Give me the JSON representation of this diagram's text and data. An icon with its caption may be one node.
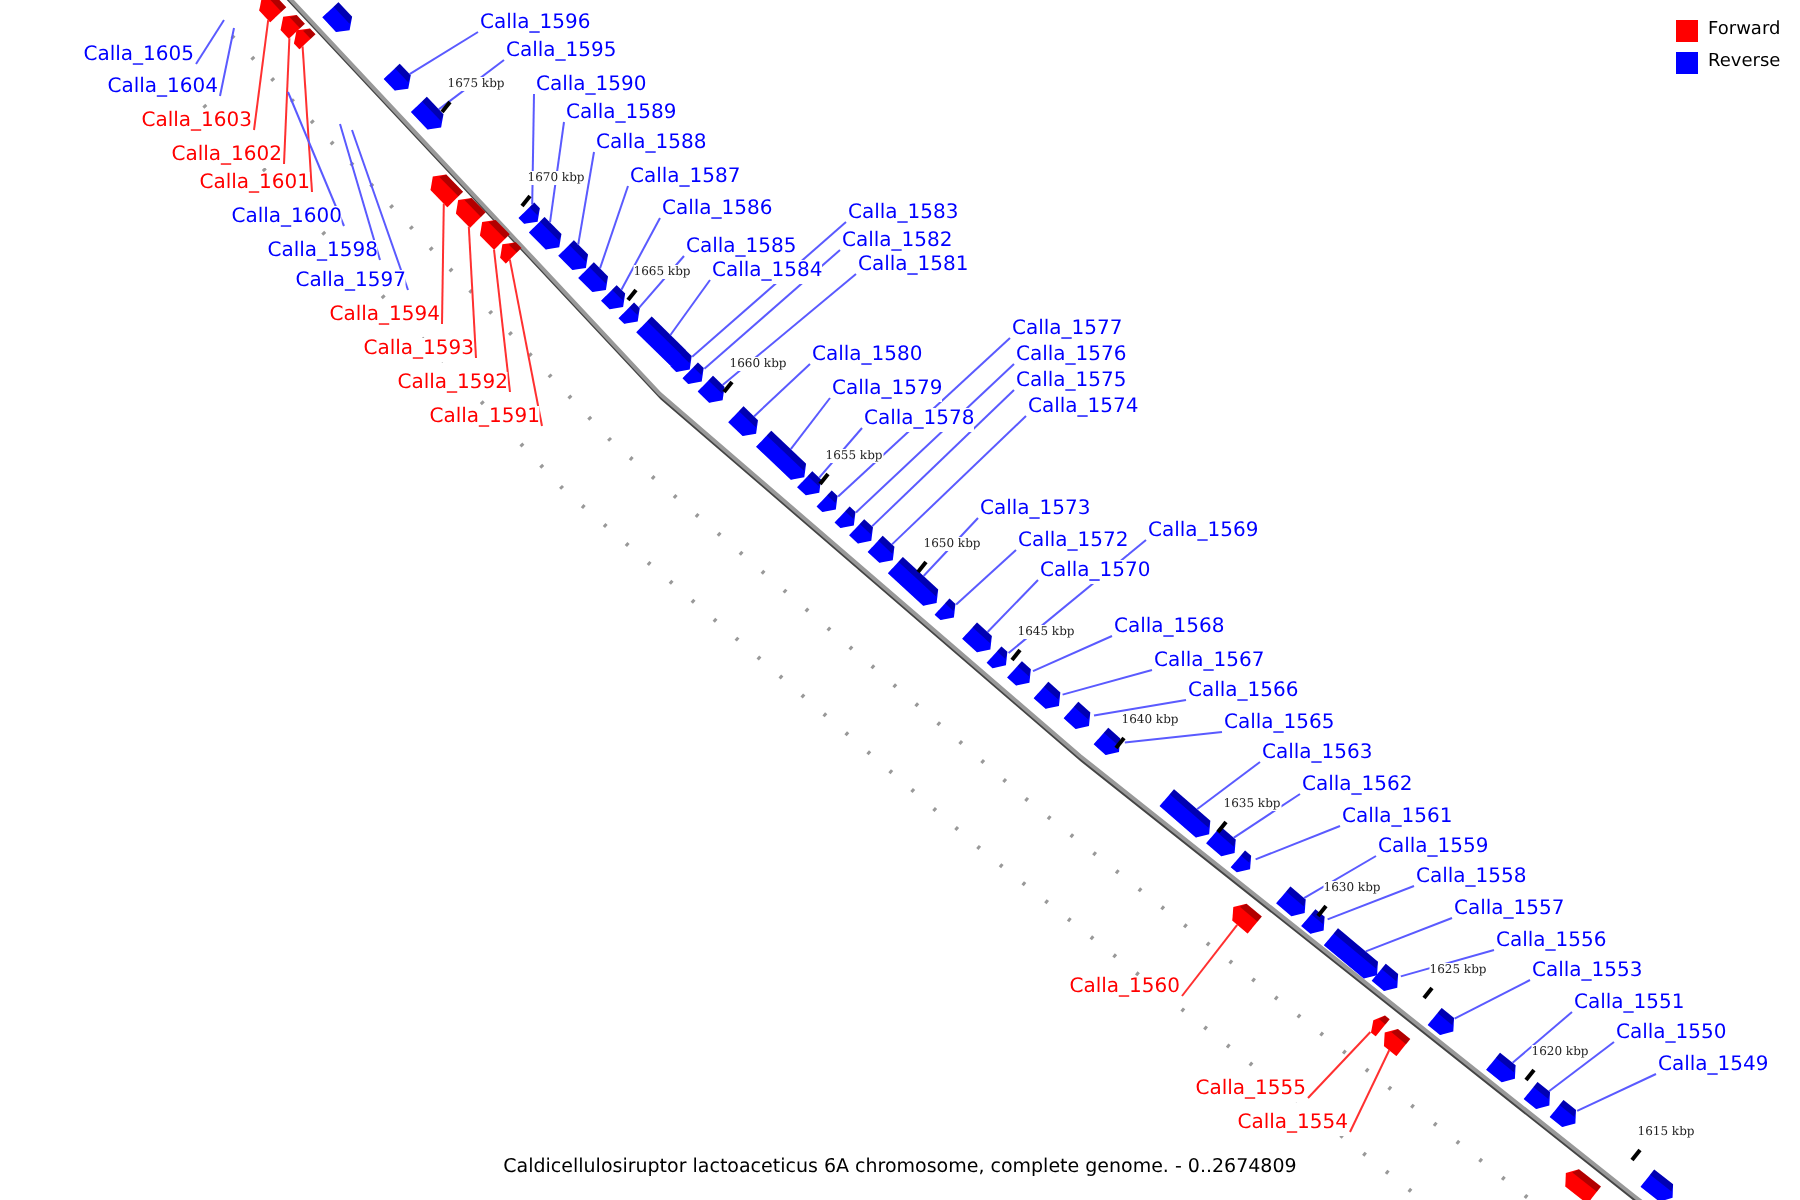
{
  "diagram": {
    "caption": "Caldicellulosiruptor lactoaceticus 6A chromosome, complete genome. - 0..2674809",
    "nodes": [
      {
        "text": [
          "Calla_1605"
        ]
      },
      {
        "text": [
          "Calla_1604"
        ]
      },
      {
        "text": [
          "Calla_1603"
        ]
      },
      {
        "text": [
          "Calla_1602"
        ]
      },
      {
        "text": [
          "Calla_1601"
        ]
      },
      {
        "text": [
          "Calla_1600"
        ]
      },
      {
        "text": [
          "Calla_1598"
        ]
      },
      {
        "text": [
          "Calla_1597"
        ]
      },
      {
        "text": [
          "Calla_1594"
        ]
      },
      {
        "text": [
          "Calla_1593"
        ]
      },
      {
        "text": [
          "Calla_1592"
        ]
      },
      {
        "text": [
          "Calla_1591"
        ]
      },
      {
        "text": [
          "Calla_1596"
        ]
      },
      {
        "text": [
          "Calla_1595"
        ]
      },
      {
        "text": [
          "Calla_1590"
        ]
      },
      {
        "text": [
          "Calla_1589"
        ]
      },
      {
        "text": [
          "Calla_1588"
        ]
      },
      {
        "text": [
          "Calla_1587"
        ]
      },
      {
        "text": [
          "Calla_1586"
        ]
      },
      {
        "text": [
          "Calla_1585"
        ]
      },
      {
        "text": [
          "Calla_1584"
        ]
      },
      {
        "text": [
          "Calla_1583"
        ]
      },
      {
        "text": [
          "Calla_1582"
        ]
      },
      {
        "text": [
          "Calla_1581"
        ]
      },
      {
        "text": [
          "Calla_1580"
        ]
      },
      {
        "text": [
          "Calla_1579"
        ]
      },
      {
        "text": [
          "Calla_1578"
        ]
      },
      {
        "text": [
          "Calla_1577"
        ]
      },
      {
        "text": [
          "Calla_1576"
        ]
      },
      {
        "text": [
          "Calla_1575"
        ]
      },
      {
        "text": [
          "Calla_1574"
        ]
      },
      {
        "text": [
          "Calla_1573"
        ]
      },
      {
        "text": [
          "Calla_1572"
        ]
      },
      {
        "text": [
          "Calla_1570"
        ]
      },
      {
        "text": [
          "Calla_1569"
        ]
      },
      {
        "text": [
          "Calla_1568"
        ]
      },
      {
        "text": [
          "Calla_1567"
        ]
      },
      {
        "text": [
          "Calla_1566"
        ]
      },
      {
        "text": [
          "Calla_1565"
        ]
      },
      {
        "text": [
          "Calla_1563"
        ]
      },
      {
        "text": [
          "Calla_1562"
        ]
      },
      {
        "text": [
          "Calla_1561"
        ]
      },
      {
        "text": [
          "Calla_1559"
        ]
      },
      {
        "text": [
          "Calla_1558"
        ]
      },
      {
        "text": [
          "Calla_1557"
        ]
      },
      {
        "text": [
          "Calla_1556"
        ]
      },
      {
        "text": [
          "Calla_1553"
        ]
      },
      {
        "text": [
          "Calla_1551"
        ]
      },
      {
        "text": [
          "Calla_1550"
        ]
      },
      {
        "text": [
          "Calla_1549"
        ]
      },
      {
        "text": [
          "Calla_1560"
        ]
      },
      {
        "text": [
          "Calla_1555"
        ]
      },
      {
        "text": [
          "Calla_1554"
        ]
      },
      {
        "text": [],
        "shape": "arrow"
      },
      {
        "text": [],
        "shape": "arrow"
      },
      {
        "text": [],
        "shape": "arrow"
      },
      {
        "text": [],
        "shape": "arrow"
      },
      {
        "text": [],
        "shape": "arrow"
      },
      {
        "text": [],
        "shape": "arrow"
      },
      {
        "text": [],
        "shape": "arrow"
      },
      {
        "text": [],
        "shape": "arrow"
      },
      {
        "text": [],
        "shape": "arrow"
      },
      {
        "text": [],
        "shape": "arrow"
      },
      {
        "text": [],
        "shape": "arrow"
      },
      {
        "text": [],
        "shape": "arrow"
      },
      {
        "text": [],
        "shape": "arrow"
      },
      {
        "text": [],
        "shape": "arrow"
      },
      {
        "text": [],
        "shape": "arrow"
      },
      {
        "text": [],
        "shape": "arrow"
      },
      {
        "text": [],
        "shape": "arrow"
      },
      {
        "text": [],
        "shape": "arrow"
      },
      {
        "text": [],
        "shape": "arrow"
      },
      {
        "text": [],
        "shape": "arrow"
      },
      {
        "text": [],
        "shape": "arrow"
      },
      {
        "text": [],
        "shape": "arrow"
      },
      {
        "text": [],
        "shape": "arrow"
      },
      {
        "text": [],
        "shape": "arrow"
      },
      {
        "text": [],
        "shape": "arrow"
      },
      {
        "text": [],
        "shape": "arrow"
      },
      {
        "text": [],
        "shape": "arrow"
      },
      {
        "text": [],
        "shape": "arrow"
      },
      {
        "text": [],
        "shape": "arrow"
      },
      {
        "text": [],
        "shape": "arrow"
      },
      {
        "text": [],
        "shape": "arrow"
      },
      {
        "text": [],
        "shape": "arrow"
      },
      {
        "text": [],
        "shape": "arrow"
      },
      {
        "text": [],
        "shape": "arrow"
      },
      {
        "text": [],
        "shape": "arrow"
      },
      {
        "text": [],
        "shape": "arrow"
      },
      {
        "text": [],
        "shape": "arrow"
      },
      {
        "text": [],
        "shape": "arrow"
      },
      {
        "text": [],
        "shape": "arrow"
      },
      {
        "text": [],
        "shape": "arrow"
      },
      {
        "text": [],
        "shape": "arrow"
      },
      {
        "text": [],
        "shape": "arrow"
      },
      {
        "text": [],
        "shape": "arrow"
      },
      {
        "text": [],
        "shape": "arrow"
      },
      {
        "text": [],
        "shape": "arrow"
      },
      {
        "text": [],
        "shape": "arrow"
      },
      {
        "text": [],
        "shape": "arrow"
      },
      {
        "text": [],
        "shape": "arrow"
      },
      {
        "text": [],
        "shape": "arrow"
      },
      {
        "text": [],
        "shape": "arrow"
      },
      {
        "text": [],
        "shape": "arrow"
      }
    ],
    "edges": [
      {
        "from": 0,
        "to": null,
        "arrow": "none"
      },
      {
        "from": 1,
        "to": null,
        "arrow": "none"
      },
      {
        "from": 2,
        "to": 53,
        "arrow": "none",
        "color": "#ff3030"
      },
      {
        "from": 3,
        "to": 54,
        "arrow": "none",
        "color": "#ff3030"
      },
      {
        "from": 4,
        "to": 55,
        "arrow": "none",
        "color": "#ff3030"
      },
      {
        "from": 5,
        "to": null,
        "arrow": "none"
      },
      {
        "from": 6,
        "to": null,
        "arrow": "none"
      },
      {
        "from": 7,
        "to": null,
        "arrow": "none"
      },
      {
        "from": 8,
        "to": 56,
        "arrow": "none",
        "color": "#ff3030"
      },
      {
        "from": 9,
        "to": 57,
        "arrow": "none",
        "color": "#ff3030"
      },
      {
        "from": 10,
        "to": 58,
        "arrow": "none",
        "color": "#ff3030"
      },
      {
        "from": 11,
        "to": 59,
        "arrow": "none",
        "color": "#ff3030"
      },
      {
        "from": 12,
        "to": 60,
        "arrow": "none"
      },
      {
        "from": 13,
        "to": 61,
        "arrow": "none"
      },
      {
        "from": 14,
        "to": 62,
        "arrow": "none"
      },
      {
        "from": 15,
        "to": 63,
        "arrow": "none"
      },
      {
        "from": 16,
        "to": 64,
        "arrow": "none"
      },
      {
        "from": 17,
        "to": 65,
        "arrow": "none"
      },
      {
        "from": 18,
        "to": 66,
        "arrow": "none"
      },
      {
        "from": 19,
        "to": 67,
        "arrow": "none"
      },
      {
        "from": 20,
        "to": 68,
        "arrow": "none"
      },
      {
        "from": 21,
        "to": 69,
        "arrow": "none"
      },
      {
        "from": 22,
        "to": 70,
        "arrow": "none"
      },
      {
        "from": 23,
        "to": 71,
        "arrow": "none"
      },
      {
        "from": 24,
        "to": 72,
        "arrow": "none"
      },
      {
        "from": 25,
        "to": 73,
        "arrow": "none"
      },
      {
        "from": 26,
        "to": 74,
        "arrow": "none"
      },
      {
        "from": 27,
        "to": 75,
        "arrow": "none"
      },
      {
        "from": 28,
        "to": 76,
        "arrow": "none"
      },
      {
        "from": 29,
        "to": 77,
        "arrow": "none"
      },
      {
        "from": 30,
        "to": 78,
        "arrow": "none"
      },
      {
        "from": 31,
        "to": 79,
        "arrow": "none"
      },
      {
        "from": 32,
        "to": 80,
        "arrow": "none"
      },
      {
        "from": 33,
        "to": 81,
        "arrow": "none"
      },
      {
        "from": 34,
        "to": 82,
        "arrow": "none"
      },
      {
        "from": 35,
        "to": 83,
        "arrow": "none"
      },
      {
        "from": 36,
        "to": 84,
        "arrow": "none"
      },
      {
        "from": 37,
        "to": 85,
        "arrow": "none"
      },
      {
        "from": 38,
        "to": 86,
        "arrow": "none"
      },
      {
        "from": 39,
        "to": 87,
        "arrow": "none"
      },
      {
        "from": 40,
        "to": 88,
        "arrow": "none"
      },
      {
        "from": 41,
        "to": 89,
        "arrow": "none"
      },
      {
        "from": 42,
        "to": 90,
        "arrow": "none"
      },
      {
        "from": 43,
        "to": 91,
        "arrow": "none"
      },
      {
        "from": 44,
        "to": 92,
        "arrow": "none"
      },
      {
        "from": 45,
        "to": 93,
        "arrow": "none"
      },
      {
        "from": 46,
        "to": 94,
        "arrow": "none"
      },
      {
        "from": 47,
        "to": 95,
        "arrow": "none"
      },
      {
        "from": 48,
        "to": 96,
        "arrow": "none"
      },
      {
        "from": 49,
        "to": 97,
        "arrow": "none"
      },
      {
        "from": 50,
        "to": 98,
        "arrow": "none",
        "color": "#ff3030"
      },
      {
        "from": 51,
        "to": 99,
        "arrow": "none",
        "color": "#ff3030"
      },
      {
        "from": 52,
        "to": 100,
        "arrow": "none",
        "color": "#ff3030"
      }
    ],
    "labels": [
      "1675 kbp",
      "1670 kbp",
      "1665 kbp",
      "1660 kbp",
      "1655 kbp",
      "1650 kbp",
      "1645 kbp",
      "1640 kbp",
      "1635 kbp",
      "1630 kbp",
      "1625 kbp",
      "1620 kbp",
      "1615 kbp"
    ],
    "legend": [
      {
        "text": "Forward",
        "color": "#ff0000"
      },
      {
        "text": "Reverse",
        "color": "#0000ff"
      }
    ]
  }
}
